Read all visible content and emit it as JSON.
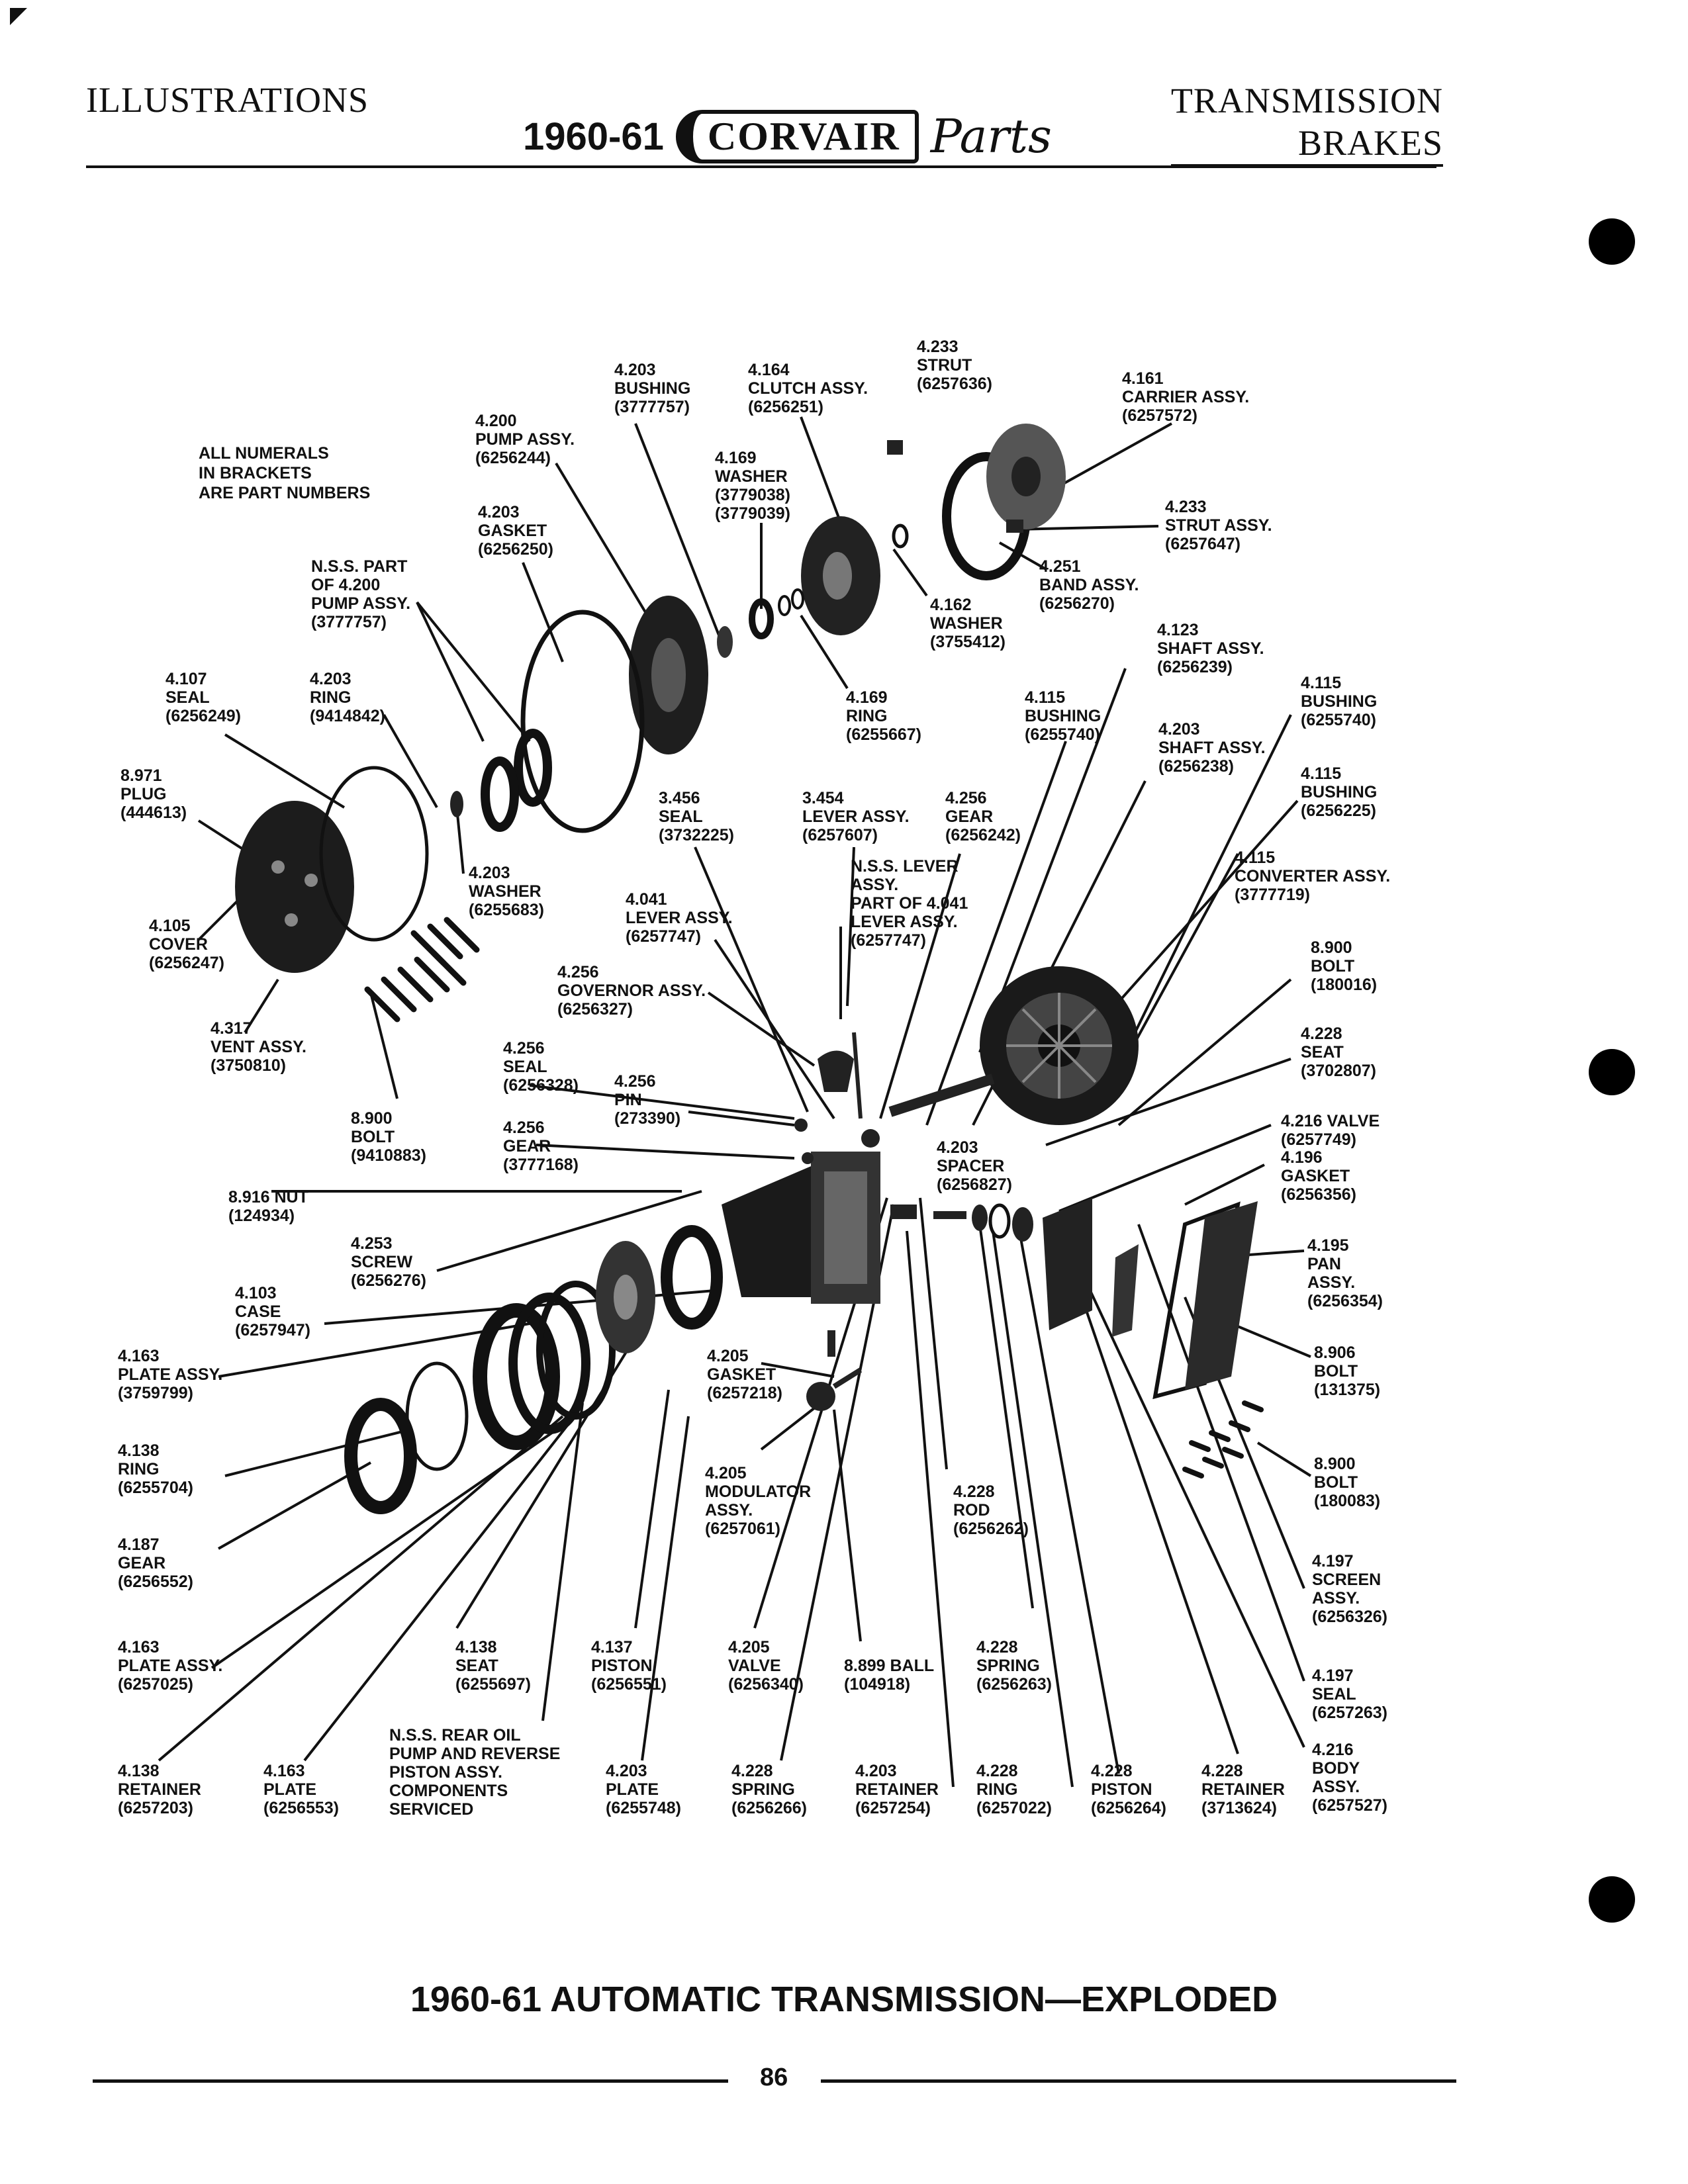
{
  "header": {
    "left": "ILLUSTRATIONS",
    "year": "1960-61",
    "brand": "CORVAIR",
    "brand_script": "Parts",
    "right_line1": "TRANSMISSION",
    "right_line2": "BRAKES"
  },
  "note": "ALL NUMERALS\nIN BRACKETS\nARE PART NUMBERS",
  "labels": [
    {
      "id": "bushing-4203-a",
      "text": "4.203\nBUSHING\n(3777757)"
    },
    {
      "id": "clutch-4164",
      "text": "4.164\nCLUTCH ASSY.\n(6256251)"
    },
    {
      "id": "strut-4233-a",
      "text": "4.233\nSTRUT\n(6257636)"
    },
    {
      "id": "carrier-4161",
      "text": "4.161\nCARRIER ASSY.\n(6257572)"
    },
    {
      "id": "pump-4200",
      "text": "4.200\nPUMP ASSY.\n(6256244)"
    },
    {
      "id": "washer-4169",
      "text": "4.169\nWASHER\n(3779038)\n(3779039)"
    },
    {
      "id": "gasket-4203",
      "text": "4.203\nGASKET\n(6256250)"
    },
    {
      "id": "strut-4233-b",
      "text": "4.233\nSTRUT ASSY.\n(6257647)"
    },
    {
      "id": "nss-pump",
      "text": "N.S.S. PART\nOF 4.200\nPUMP ASSY.\n(3777757)"
    },
    {
      "id": "band-4251",
      "text": "4.251\nBAND ASSY.\n(6256270)"
    },
    {
      "id": "washer-4162",
      "text": "4.162\nWASHER\n(3755412)"
    },
    {
      "id": "shaft-4123",
      "text": "4.123\nSHAFT ASSY.\n(6256239)"
    },
    {
      "id": "seal-4107",
      "text": "4.107\nSEAL\n(6256249)"
    },
    {
      "id": "ring-4203",
      "text": "4.203\nRING\n(9414842)"
    },
    {
      "id": "ring-4169",
      "text": "4.169\nRING\n(6255667)"
    },
    {
      "id": "bushing-4115-a",
      "text": "4.115\nBUSHING\n(6255740)"
    },
    {
      "id": "bushing-4115-b",
      "text": "4.115\nBUSHING\n(6255740)"
    },
    {
      "id": "shaft-4203",
      "text": "4.203\nSHAFT ASSY.\n(6256238)"
    },
    {
      "id": "plug-8971",
      "text": "8.971\nPLUG\n(444613)"
    },
    {
      "id": "seal-3456",
      "text": "3.456\nSEAL\n(3732225)"
    },
    {
      "id": "lever-3454",
      "text": "3.454\nLEVER ASSY.\n(6257607)"
    },
    {
      "id": "gear-4256-a",
      "text": "4.256\nGEAR\n(6256242)"
    },
    {
      "id": "bushing-4115-c",
      "text": "4.115\nBUSHING\n(6256225)"
    },
    {
      "id": "nss-lever",
      "text": "N.S.S. LEVER\nASSY.\nPART OF 4.041\nLEVER ASSY.\n(6257747)"
    },
    {
      "id": "washer-4203",
      "text": "4.203\nWASHER\n(6255683)"
    },
    {
      "id": "converter-4115",
      "text": "4.115\nCONVERTER ASSY.\n(3777719)"
    },
    {
      "id": "lever-4041",
      "text": "4.041\nLEVER ASSY.\n(6257747)"
    },
    {
      "id": "cover-4105",
      "text": "4.105\nCOVER\n(6256247)"
    },
    {
      "id": "bolt-8900-a",
      "text": "8.900\nBOLT\n(180016)"
    },
    {
      "id": "governor-4256",
      "text": "4.256\nGOVERNOR ASSY.\n(6256327)"
    },
    {
      "id": "vent-4317",
      "text": "4.317\nVENT ASSY.\n(3750810)"
    },
    {
      "id": "seat-4228",
      "text": "4.228\nSEAT\n(3702807)"
    },
    {
      "id": "seal-4256",
      "text": "4.256\nSEAL\n(6256328)"
    },
    {
      "id": "pin-4256",
      "text": "4.256\nPIN\n(273390)"
    },
    {
      "id": "bolt-8900-b",
      "text": "8.900\nBOLT\n(9410883)"
    },
    {
      "id": "gear-4256-b",
      "text": "4.256\nGEAR\n(3777168)"
    },
    {
      "id": "valve-4216",
      "text": "4.216 VALVE\n(6257749)"
    },
    {
      "id": "gasket-4196",
      "text": "4.196\nGASKET\n(6256356)"
    },
    {
      "id": "spacer-4203",
      "text": "4.203\nSPACER\n(6256827)"
    },
    {
      "id": "nut-8916",
      "text": "8.916 NUT\n(124934)"
    },
    {
      "id": "screw-4253",
      "text": "4.253\nSCREW\n(6256276)"
    },
    {
      "id": "pan-4195",
      "text": "4.195\nPAN\nASSY.\n(6256354)"
    },
    {
      "id": "case-4103",
      "text": "4.103\nCASE\n(6257947)"
    },
    {
      "id": "plate-4163-a",
      "text": "4.163\nPLATE ASSY.\n(3759799)"
    },
    {
      "id": "gasket-4205",
      "text": "4.205\nGASKET\n(6257218)"
    },
    {
      "id": "bolt-8906",
      "text": "8.906\nBOLT\n(131375)"
    },
    {
      "id": "ring-4138",
      "text": "4.138\nRING\n(6255704)"
    },
    {
      "id": "modulator-4205",
      "text": "4.205\nMODULATOR\nASSY.\n(6257061)"
    },
    {
      "id": "bolt-8900-c",
      "text": "8.900\nBOLT\n(180083)"
    },
    {
      "id": "rod-4228",
      "text": "4.228\nROD\n(6256262)"
    },
    {
      "id": "gear-4187",
      "text": "4.187\nGEAR\n(6256552)"
    },
    {
      "id": "screen-4197",
      "text": "4.197\nSCREEN\nASSY.\n(6256326)"
    },
    {
      "id": "plate-4163-b",
      "text": "4.163\nPLATE ASSY.\n(6257025)"
    },
    {
      "id": "seat-4138",
      "text": "4.138\nSEAT\n(6255697)"
    },
    {
      "id": "piston-4137",
      "text": "4.137\nPISTON\n(6256551)"
    },
    {
      "id": "valve-4205",
      "text": "4.205\nVALVE\n(6256340)"
    },
    {
      "id": "ball-8899",
      "text": "8.899 BALL\n(104918)"
    },
    {
      "id": "spring-4228-a",
      "text": "4.228\nSPRING\n(6256263)"
    },
    {
      "id": "seal-4197",
      "text": "4.197\nSEAL\n(6257263)"
    },
    {
      "id": "nss-rear",
      "text": "N.S.S. REAR OIL\nPUMP AND REVERSE\nPISTON ASSY.\nCOMPONENTS\nSERVICED"
    },
    {
      "id": "body-4216",
      "text": "4.216\nBODY\nASSY.\n(6257527)"
    },
    {
      "id": "retainer-4138",
      "text": "4.138\nRETAINER\n(6257203)"
    },
    {
      "id": "plate-4163-c",
      "text": "4.163\nPLATE\n(6256553)"
    },
    {
      "id": "plate-4203",
      "text": "4.203\nPLATE\n(6255748)"
    },
    {
      "id": "spring-4228-b",
      "text": "4.228\nSPRING\n(6256266)"
    },
    {
      "id": "retainer-4203",
      "text": "4.203\nRETAINER\n(6257254)"
    },
    {
      "id": "ring-4228",
      "text": "4.228\nRING\n(6257022)"
    },
    {
      "id": "piston-4228",
      "text": "4.228\nPISTON\n(6256264)"
    },
    {
      "id": "retainer-4228",
      "text": "4.228\nRETAINER\n(3713624)"
    }
  ],
  "title": "1960-61 AUTOMATIC TRANSMISSION—EXPLODED",
  "page_number": "86"
}
